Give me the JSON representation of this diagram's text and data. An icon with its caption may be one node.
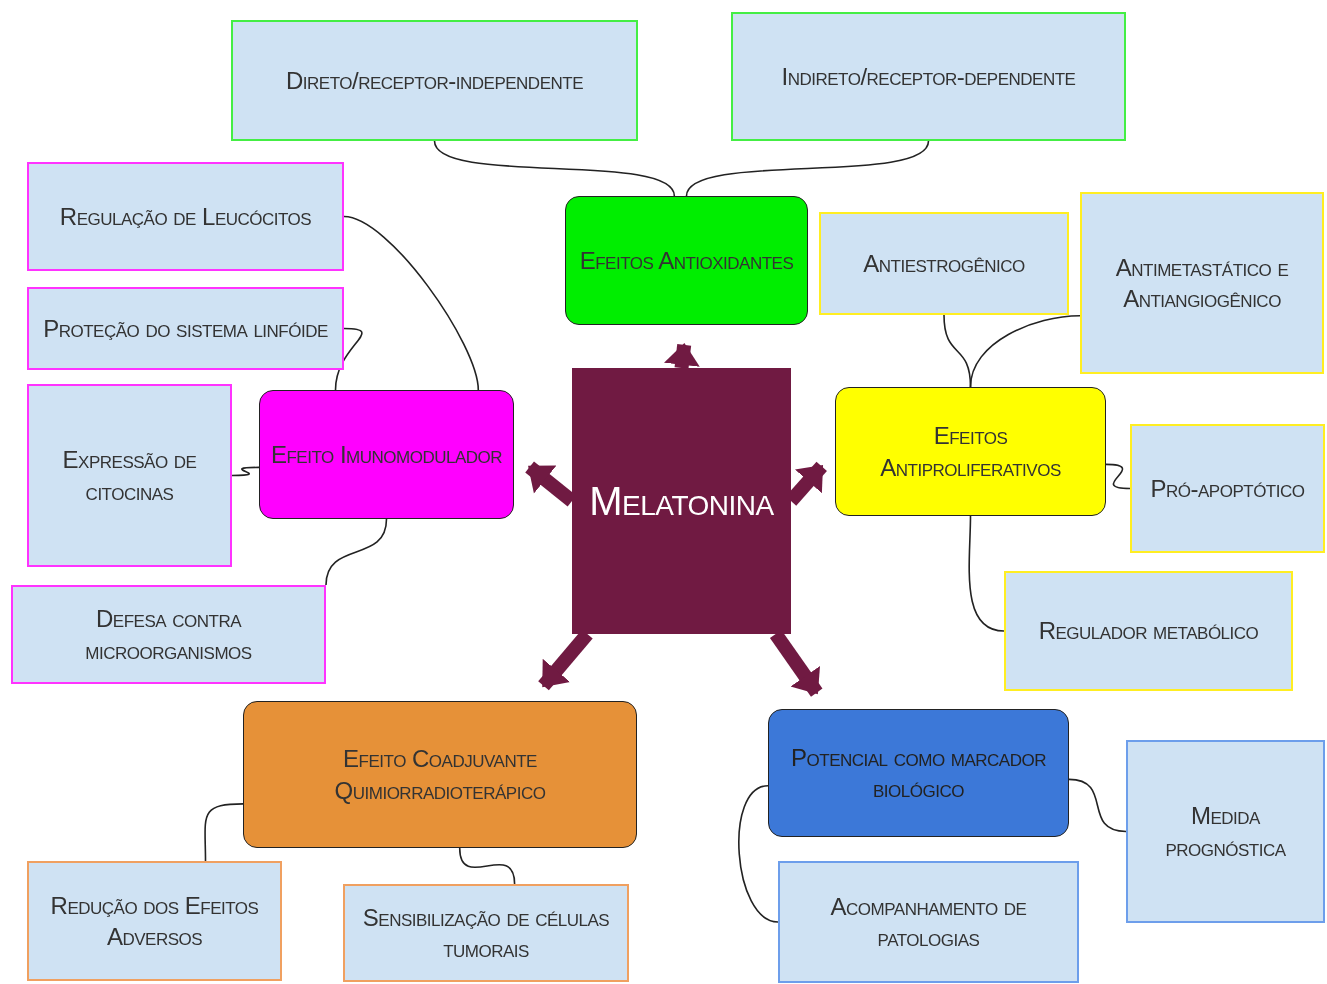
{
  "diagram": {
    "nodes": [
      {
        "text": [
          "Direto/receptor-independente"
        ]
      },
      {
        "text": [
          "Indireto/receptor-dependente"
        ]
      },
      {
        "text": [
          "Efeitos Antioxidantes"
        ]
      },
      {
        "text": [
          "Regulação de Leucócitos"
        ]
      },
      {
        "text": [
          "Proteção do sistema linfóide"
        ]
      },
      {
        "text": [
          "Expressão de citocinas"
        ]
      },
      {
        "text": [
          "Efeito Imunomodulador"
        ]
      },
      {
        "text": [
          "Defesa contra microorganismos"
        ]
      },
      {
        "text": [
          "Melatonina"
        ]
      },
      {
        "text": [
          "Antiestrogênico"
        ]
      },
      {
        "text": [
          "Antimetastático e Antiangiogênico"
        ]
      },
      {
        "text": [
          "Efeitos Antiproliferativos"
        ]
      },
      {
        "text": [
          "Pró-apoptótico"
        ]
      },
      {
        "text": [
          "Regulador metabólico"
        ]
      },
      {
        "text": [
          "Efeito Coadjuvante Quimiorradioterápico"
        ]
      },
      {
        "text": [
          "Redução dos Efeitos Adversos"
        ]
      },
      {
        "text": [
          "Sensibilização de células tumorais"
        ]
      },
      {
        "text": [
          "Potencial como marcador biológico"
        ]
      },
      {
        "text": [
          "Medida prognóstica"
        ]
      },
      {
        "text": [
          "Acompanhamento de patologias"
        ]
      }
    ],
    "edges": [
      {
        "from": 8,
        "to": 2,
        "arrow": "to",
        "style": "thick",
        "color": "#701a42"
      },
      {
        "from": 8,
        "to": 6,
        "arrow": "to",
        "style": "thick",
        "color": "#701a42"
      },
      {
        "from": 8,
        "to": 11,
        "arrow": "to",
        "style": "thick",
        "color": "#701a42"
      },
      {
        "from": 8,
        "to": 14,
        "arrow": "to",
        "style": "thick",
        "color": "#701a42"
      },
      {
        "from": 8,
        "to": 17,
        "arrow": "to",
        "style": "thick",
        "color": "#701a42"
      },
      {
        "from": 0,
        "to": 2,
        "arrow": "none"
      },
      {
        "from": 1,
        "to": 2,
        "arrow": "none"
      },
      {
        "from": 3,
        "to": 6,
        "arrow": "none"
      },
      {
        "from": 4,
        "to": 6,
        "arrow": "none"
      },
      {
        "from": 5,
        "to": 6,
        "arrow": "none"
      },
      {
        "from": 7,
        "to": 6,
        "arrow": "none"
      },
      {
        "from": 9,
        "to": 11,
        "arrow": "none"
      },
      {
        "from": 10,
        "to": 11,
        "arrow": "none"
      },
      {
        "from": 12,
        "to": 11,
        "arrow": "none"
      },
      {
        "from": 13,
        "to": 11,
        "arrow": "none"
      },
      {
        "from": 15,
        "to": 14,
        "arrow": "none"
      },
      {
        "from": 16,
        "to": 14,
        "arrow": "none"
      },
      {
        "from": 19,
        "to": 17,
        "arrow": "none"
      },
      {
        "from": 18,
        "to": 17,
        "arrow": "none"
      }
    ]
  }
}
